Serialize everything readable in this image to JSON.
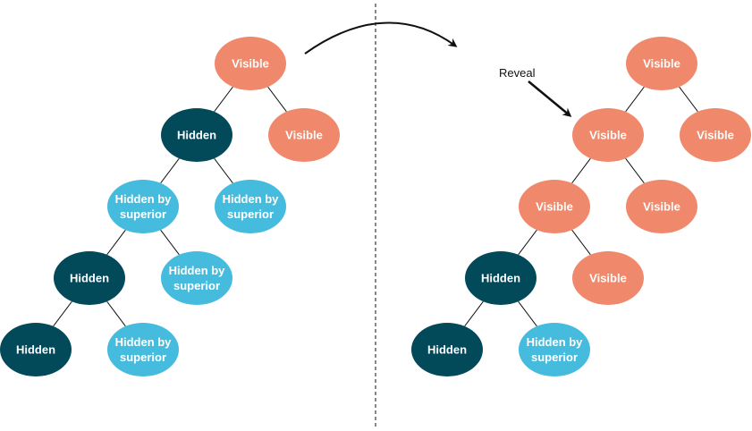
{
  "colors": {
    "visible": "#F0896C",
    "hidden": "#024A5A",
    "hidden_by_superior": "#45BBDD",
    "line": "#111111"
  },
  "annotation": {
    "reveal_label": "Reveal"
  },
  "trees": [
    {
      "name": "before",
      "nodes": [
        {
          "id": "root",
          "state": "visible",
          "lines": [
            "Visible"
          ]
        },
        {
          "id": "l1",
          "state": "hidden",
          "lines": [
            "Hidden"
          ]
        },
        {
          "id": "r1",
          "state": "visible",
          "lines": [
            "Visible"
          ]
        },
        {
          "id": "l2",
          "state": "hidden_by_superior",
          "lines": [
            "Hidden by",
            "superior"
          ]
        },
        {
          "id": "r2",
          "state": "hidden_by_superior",
          "lines": [
            "Hidden by",
            "superior"
          ]
        },
        {
          "id": "l3",
          "state": "hidden",
          "lines": [
            "Hidden"
          ]
        },
        {
          "id": "r3",
          "state": "hidden_by_superior",
          "lines": [
            "Hidden by",
            "superior"
          ]
        },
        {
          "id": "l4",
          "state": "hidden",
          "lines": [
            "Hidden"
          ]
        },
        {
          "id": "r4",
          "state": "hidden_by_superior",
          "lines": [
            "Hidden by",
            "superior"
          ]
        }
      ]
    },
    {
      "name": "after",
      "nodes": [
        {
          "id": "root",
          "state": "visible",
          "lines": [
            "Visible"
          ]
        },
        {
          "id": "l1",
          "state": "visible",
          "lines": [
            "Visible"
          ]
        },
        {
          "id": "r1",
          "state": "visible",
          "lines": [
            "Visible"
          ]
        },
        {
          "id": "l2",
          "state": "visible",
          "lines": [
            "Visible"
          ]
        },
        {
          "id": "r2",
          "state": "visible",
          "lines": [
            "Visible"
          ]
        },
        {
          "id": "l3",
          "state": "hidden",
          "lines": [
            "Hidden"
          ]
        },
        {
          "id": "r3",
          "state": "visible",
          "lines": [
            "Visible"
          ]
        },
        {
          "id": "l4",
          "state": "hidden",
          "lines": [
            "Hidden"
          ]
        },
        {
          "id": "r4",
          "state": "hidden_by_superior",
          "lines": [
            "Hidden by",
            "superior"
          ]
        }
      ]
    }
  ]
}
